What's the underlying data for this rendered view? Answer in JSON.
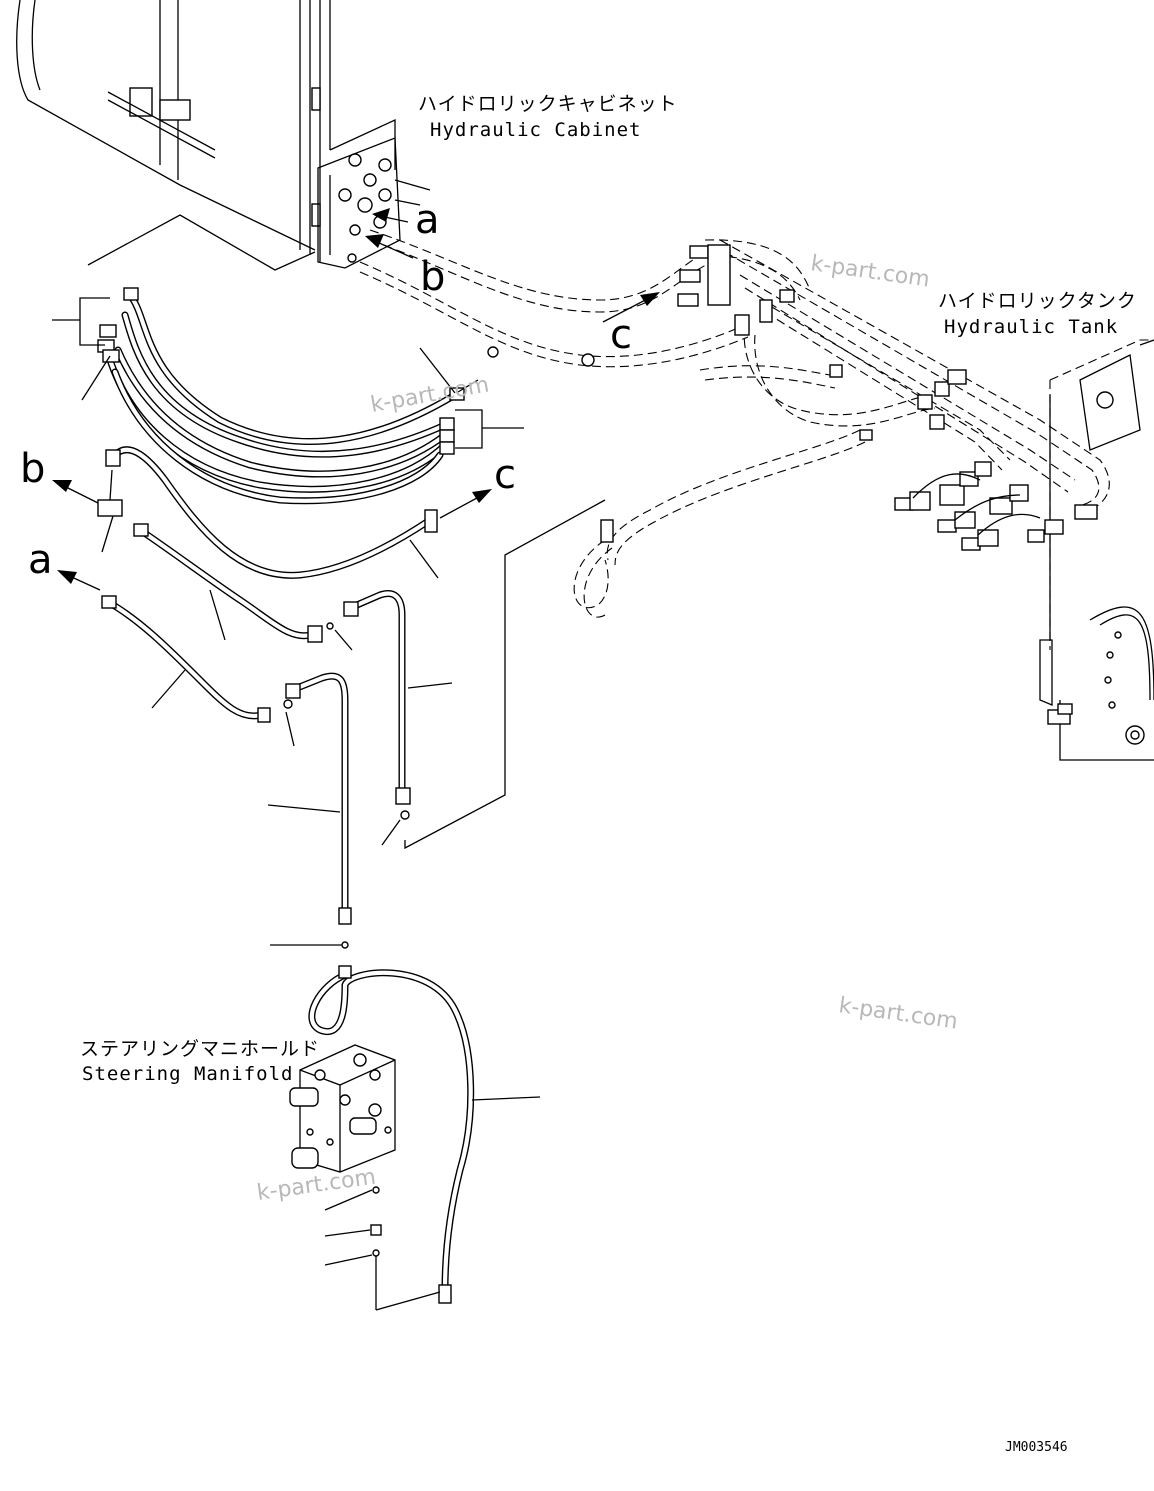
{
  "labels": {
    "cabinet_jp": "ハイドロリックキャビネット",
    "cabinet_en": "Hydraulic Cabinet",
    "tank_jp": "ハイドロリックタンク",
    "tank_en": "Hydraulic Tank",
    "manifold_jp": "ステアリングマニホールド",
    "manifold_en": "Steering Manifold"
  },
  "callouts": {
    "a_top": "a",
    "b_top": "b",
    "c_top": "c",
    "b_left": "b",
    "c_right": "c",
    "a_left": "a"
  },
  "watermarks": [
    "k-part.com",
    "k-part.com",
    "k-part.com",
    "k-part.com"
  ],
  "drawing_code": "JM003546"
}
